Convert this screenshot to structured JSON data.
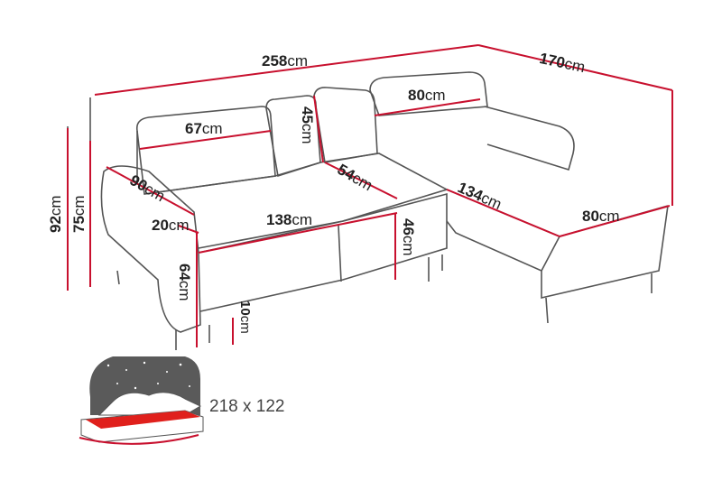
{
  "colors": {
    "dimension_line": "#c8102e",
    "outline": "#555555",
    "mattress": "#e0201c"
  },
  "unit": "cm",
  "dimensions": {
    "total_width": "258",
    "chaise_depth": "170",
    "back_cushion_left_width": "67",
    "back_cushion_height": "45",
    "back_cushion_right_width": "80",
    "armrest_depth": "90",
    "seat_depth": "54",
    "chaise_length": "134",
    "total_height": "92",
    "back_height": "75",
    "armrest_width": "20",
    "seat_width": "138",
    "seat_height": "46",
    "chaise_width": "80",
    "armrest_height": "64",
    "leg_height": "10"
  },
  "bed": {
    "size": "218 x 122",
    "icon": "sleeping-function-icon"
  }
}
